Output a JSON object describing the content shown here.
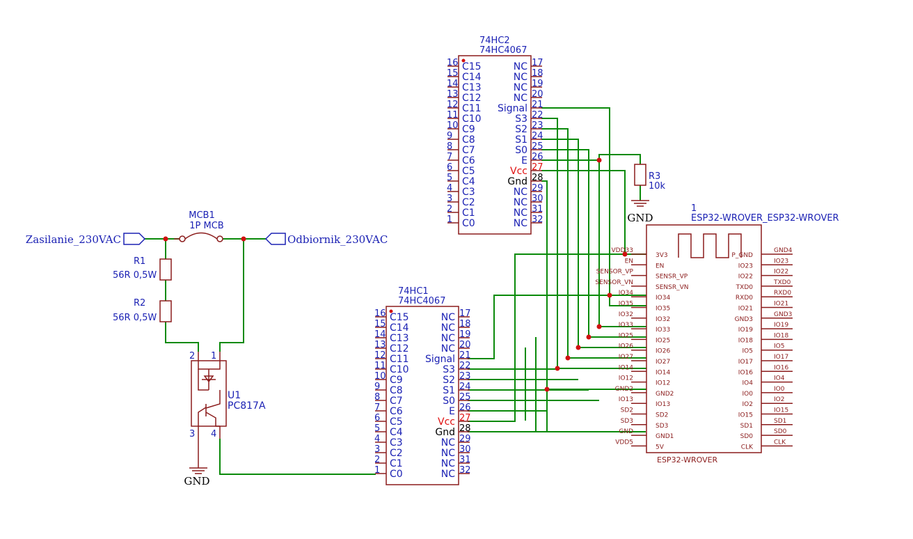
{
  "colors": {
    "wire": "#0a8a0a",
    "part": "#8b1c1c",
    "label": "#1c22b4",
    "junction": "#d01010",
    "power_pin": "#e01010"
  },
  "ports": {
    "left": "Zasilanie_230VAC",
    "right": "Odbiornik_230VAC"
  },
  "mcb": {
    "ref": "MCB1",
    "value": "1P MCB"
  },
  "r1": {
    "ref": "R1",
    "value": "56R 0,5W"
  },
  "r2": {
    "ref": "R2",
    "value": "56R 0,5W"
  },
  "r3": {
    "ref": "R3",
    "value": "10k"
  },
  "u1": {
    "ref": "U1",
    "value": "PC817A",
    "pins": [
      "2",
      "1",
      "3",
      "4"
    ]
  },
  "gnd_label": "GND",
  "mux2": {
    "ref": "74HC2",
    "value": "74HC4067",
    "left_pins": [
      {
        "num": "16",
        "name": "C15"
      },
      {
        "num": "15",
        "name": "C14"
      },
      {
        "num": "14",
        "name": "C13"
      },
      {
        "num": "13",
        "name": "C12"
      },
      {
        "num": "12",
        "name": "C11"
      },
      {
        "num": "11",
        "name": "C10"
      },
      {
        "num": "10",
        "name": "C9"
      },
      {
        "num": "9",
        "name": "C8"
      },
      {
        "num": "8",
        "name": "C7"
      },
      {
        "num": "7",
        "name": "C6"
      },
      {
        "num": "6",
        "name": "C5"
      },
      {
        "num": "5",
        "name": "C4"
      },
      {
        "num": "4",
        "name": "C3"
      },
      {
        "num": "3",
        "name": "C2"
      },
      {
        "num": "2",
        "name": "C1"
      },
      {
        "num": "1",
        "name": "C0"
      }
    ],
    "right_pins": [
      {
        "num": "17",
        "name": "NC"
      },
      {
        "num": "18",
        "name": "NC"
      },
      {
        "num": "19",
        "name": "NC"
      },
      {
        "num": "20",
        "name": "NC"
      },
      {
        "num": "21",
        "name": "Signal"
      },
      {
        "num": "22",
        "name": "S3"
      },
      {
        "num": "23",
        "name": "S2"
      },
      {
        "num": "24",
        "name": "S1"
      },
      {
        "num": "25",
        "name": "S0"
      },
      {
        "num": "26",
        "name": "E"
      },
      {
        "num": "27",
        "name": "Vcc"
      },
      {
        "num": "28",
        "name": "Gnd"
      },
      {
        "num": "29",
        "name": "NC"
      },
      {
        "num": "30",
        "name": "NC"
      },
      {
        "num": "31",
        "name": "NC"
      },
      {
        "num": "32",
        "name": "NC"
      }
    ]
  },
  "mux1": {
    "ref": "74HC1",
    "value": "74HC4067",
    "left_pins": [
      {
        "num": "16",
        "name": "C15"
      },
      {
        "num": "15",
        "name": "C14"
      },
      {
        "num": "14",
        "name": "C13"
      },
      {
        "num": "13",
        "name": "C12"
      },
      {
        "num": "12",
        "name": "C11"
      },
      {
        "num": "11",
        "name": "C10"
      },
      {
        "num": "10",
        "name": "C9"
      },
      {
        "num": "9",
        "name": "C8"
      },
      {
        "num": "8",
        "name": "C7"
      },
      {
        "num": "7",
        "name": "C6"
      },
      {
        "num": "6",
        "name": "C5"
      },
      {
        "num": "5",
        "name": "C4"
      },
      {
        "num": "4",
        "name": "C3"
      },
      {
        "num": "3",
        "name": "C2"
      },
      {
        "num": "2",
        "name": "C1"
      },
      {
        "num": "1",
        "name": "C0"
      }
    ],
    "right_pins": [
      {
        "num": "17",
        "name": "NC"
      },
      {
        "num": "18",
        "name": "NC"
      },
      {
        "num": "19",
        "name": "NC"
      },
      {
        "num": "20",
        "name": "NC"
      },
      {
        "num": "21",
        "name": "Signal"
      },
      {
        "num": "22",
        "name": "S3"
      },
      {
        "num": "23",
        "name": "S2"
      },
      {
        "num": "24",
        "name": "S1"
      },
      {
        "num": "25",
        "name": "S0"
      },
      {
        "num": "26",
        "name": "E"
      },
      {
        "num": "27",
        "name": "Vcc"
      },
      {
        "num": "28",
        "name": "Gnd"
      },
      {
        "num": "29",
        "name": "NC"
      },
      {
        "num": "30",
        "name": "NC"
      },
      {
        "num": "31",
        "name": "NC"
      },
      {
        "num": "32",
        "name": "NC"
      }
    ]
  },
  "esp": {
    "ref": "1",
    "value": "ESP32-WROVER_ESP32-WROVER",
    "footer": "ESP32-WROVER",
    "left_nets": [
      "VDD33",
      "EN",
      "SENSOR_VP",
      "SENSOR_VN",
      "IO34",
      "IO35",
      "IO32",
      "IO33",
      "IO25",
      "IO26",
      "IO27",
      "IO14",
      "IO12",
      "GND2",
      "IO13",
      "SD2",
      "SD3",
      "GND",
      "VDD5"
    ],
    "left_pins": [
      "3V3",
      "EN",
      "SENSR_VP",
      "SENSR_VN",
      "IO34",
      "IO35",
      "IO32",
      "IO33",
      "IO25",
      "IO26",
      "IO27",
      "IO14",
      "IO12",
      "GND2",
      "IO13",
      "SD2",
      "SD3",
      "GND1",
      "5V"
    ],
    "right_pins": [
      "P_GND",
      "IO23",
      "IO22",
      "TXD0",
      "RXD0",
      "IO21",
      "GND3",
      "IO19",
      "IO18",
      "IO5",
      "IO17",
      "IO16",
      "IO4",
      "IO0",
      "IO2",
      "IO15",
      "SD1",
      "SD0",
      "CLK"
    ],
    "right_nets": [
      "GND4",
      "IO23",
      "IO22",
      "TXD0",
      "RXD0",
      "IO21",
      "GND3",
      "IO19",
      "IO18",
      "IO5",
      "IO17",
      "IO16",
      "IO4",
      "IO0",
      "IO2",
      "IO15",
      "SD1",
      "SD0",
      "CLK"
    ]
  }
}
